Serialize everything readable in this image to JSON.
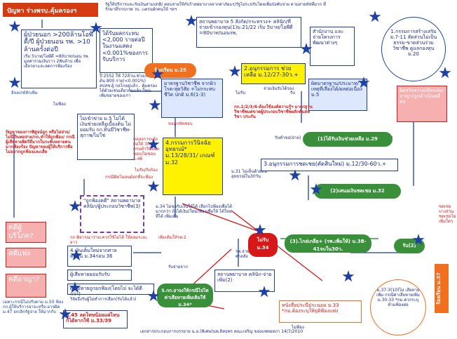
{
  "header": {
    "title": "ปัญหา ร่างพรบ.คุ้มครองฯ",
    "subtitle": "รัฐให้ปริการและกับเงินสามปกติ/ ตอบจ่ายให้กับร้ายพยาบาลจากค่าภัยแร/รัฐไม่ระปรับโดยเพิ่มบังคับจ่าย ตามสายหัสที่มาก ที่รักษาที่รกรภาพ วบ. เเตรนผักคนให้ ฯลฯ"
  },
  "left": {
    "outpatient_title": "ผู้ป่วยนอก >200ล้านโอพีดี/ปี ผู้ป่วยนอน รพ. >10 ล้านครั้งต่อปี",
    "outpatient_note": "เริ่ม 5บาท/โอพีดี =80บาท/นอน รพ. มูลค่ารวมเงินราว 2พันล้าน เพื่อเยียวยาและลดการฟ้องร้อง",
    "injury_title": "ได้รับผลกระทบ <2,000 รายต่อปี ในงานแสดง <0.001%ของการรับบริการ",
    "injury_note": "ปี 2552 ใช้ 72ล้าน-ช่วงเบื้องต้น 800 ราย(<0.001%) สปสช.ผู้ กลไกอยู่แล้ว.. คุ้มครองได้ด้วยเช่นเดียวกันแล้ว ใหม่-เพิ่มขยายของเก่า",
    "cost_label": "อิจลเก่ท์สักเพิ่ม",
    "no_sue": "ไม่ฟ้อง",
    "not_entitled": "ไม่เข้าข่าย ม.5 ไม่ได้เงินช่วยเหลือเบื้องต้น ไม่ยอมรับ กก.ทิ้นมีวิชาชีพ-สุภาพ/ไม่ใช่",
    "problems": "ปัญหาของการพิสูจน์ถูก หรือไม่จ่าย/ไม่มีเงินพอจ่าย/กก.ทำให้ถูกฟ้อง/ กรณีผู้เสียหายผิดวิธีมากในระดับหลายคนมากฟ้องร้อง ปัญหาของผู้ให้บริการคือ ไม่อยากถูกฟ้องและเสีย",
    "who_pay": "คดีผู้บริโภค?",
    "civil": "คดีแพ่ง",
    "criminal": "คดีอาญา?",
    "criminal_note": "เฉพาะกรณีไม่ปรับตาม ม.50 ฟ้อง กก.ผู้ให้บริการอาจะหรือ-อาจผิด ม.47 ยกเลิกรัฐจ่าย ให้มากกับ",
    "fund_note": "เพิ่มเติมให้รพ.2"
  },
  "center": {
    "roadmap": "ร้องเรียน ม.25",
    "standard_box": "มาตรฐานวิชาชีพ จากผิวโรค-สุดวิสัย +ไม่กระทบชีวิต ปกติ ม.6(1-3)",
    "committee_box": "4.กรรมการวินิจฉัยอุทธรณ์* ม.13/28/31/ เกณฑ์ ม.32",
    "committee_side": "ขอลงการแจ้งต่อให้ 30วันครบคำวินิจฉัยชอบ/ไม่ชอบ ม.46",
    "accept": "ไม่รับ/รับร้อง",
    "dispute_note": "ขอลูกขัดชอบ",
    "court_label": "\"ถูกฟ้องคดี\" สถานพยาบาล คลินิก/ผู้ประกอบวิชาชีพ(3)",
    "insurance": "กรณีติดโฉลนต์อกที่จะฟ้อง",
    "consider": "กก.พิจารณาว่าจะควรใช้ไม่ได้ ให้ยอมระยะยาว",
    "m31": "ม.31 ไม่เห็นด้วยยื่นอุทธรณ์ใน30วัน",
    "m34": "ม.34 ไม่ขอรับเงินให้ได้ เลือกไปฟ้องเพื่อได้มากกว่า ถ้าได้เงิน(ใหม่)ฟ้องเพื่อให้ ได้ใหม่ที่ได้ เพิ่มเติม",
    "compensation": "4.เงินเต็มใหม่จากศาลตัดสิน ม.34ก่อน 36",
    "damage": "ผู้เสียหายยอมรับรับ",
    "damage2": "ผู้เสียหายถูกยกฟ้อง(โดยไม่ จะได้ดีกว่า)",
    "withdraw": "รับจ่ายจาก",
    "settlement": "วิจัยจึงรับผู้ไม่ทำการเลือก(รับได้แล้ว)",
    "comp5": "5.กก.ยาจงให้กรณีไปไต ค่าเสียหายเพิ่มเติมให้ ม.34*",
    "m45": "ม.45 ลดโทษน้อยแค่ไหน ก็ได้หากใช้ ม.33/39",
    "clinic_box": "สถานพยาบาล คลินิก-จ่ายเพิ่ม(2)",
    "court_pay": "รพ.จ่ายตาม ศาลสั่ง"
  },
  "top": {
    "hospital_box": "สถานพยาบาล 5 สังกัด/กระทรวง+ คลินิก/ที่จ่ายเข้ากองทุน(1)ม.21/22 เริ่ม 5บาท/โอพีดี =80บาท/นอนรพ.",
    "office_box": "สำนักงาน และจ่ายโครงการ พัฒนาต่างๆ",
    "sub1": "1.กรรมการสร้างเสริม ม.7-11 สัดส่วนไม่เป็นธรรม-ขาดส่วนร่วมวิชาชีพ ดูแลกองทุน ม.20",
    "sub2": "2.อนุกรรมการ ช่วยเหลือ ม.12/27-30ว.+",
    "sub2_note": "จ่ายเงินรับได้รอง",
    "standard": "ผิดมาตรฐาน/ประมาท/เหตุที่เลี่ยงได้/ผลต่อเนื่อง ม.5",
    "moral": "ผิดจริยธรรม/ผิดแพ่ง/อาญา/ถูกดำเนินคดีต่อ",
    "note_red": "กก.1/2/3/4-ต้องใช้องค์ความรู้ฯ มาตรฐานวิชาชีพแต่ขาดผู้ประกอบวิชาชีพผลักดันสหวิชา ประกัน",
    "receive_left": "ไม่รับ",
    "accept_right": "รับ",
    "payment": "(1)ได้รับเงินช่วยเหลือ ม.29",
    "decision": "3.อนุกรรมการชดเชย(ตัดสินใหม่) ม.12/30-60ว.+",
    "decision_side": "รับคำขอ(จ่าย)",
    "compensation": "(2)เสนอเงินชดเชย ม.32",
    "no_receive": "ไม่รับ ม.34",
    "final": "(3).ไกล่เกลี่ย+ (รพ.เพิ่มให้) ม.38-41จบใน30ว.",
    "receive2": "รับ(2)",
    "court_flow": "หนังสือประนีประนอม ม.33 *กม.ต้องระบุให้ยุติฟ้องแพ่ง",
    "no_sue": "ไม่ฟ้อง",
    "criminal_right": "ม.37-3(10)ไม่ เสียหายเพิ่ม กรณีค่าเสียหายเพิ่ม ม.30-33 *กม.ควรระบุห้ามฟ้องต่อ",
    "appeal_right": "ร้องเรียน ม.37",
    "right_side": "ชดเชยบางส่วน ชดเชยไม่เพิ่มใดๆ",
    "footer": "เอกสารประกอบการบรรยาย น.อ.(พิเศษ)นพ.อิทธพร คณะเจริญ ของแพทยสภา 14/7/2010"
  },
  "colors": {
    "blue": "#1a3fa0",
    "red": "#d81818",
    "orange": "#f07020",
    "green": "#3a8f3a",
    "yellow": "#fff200"
  }
}
